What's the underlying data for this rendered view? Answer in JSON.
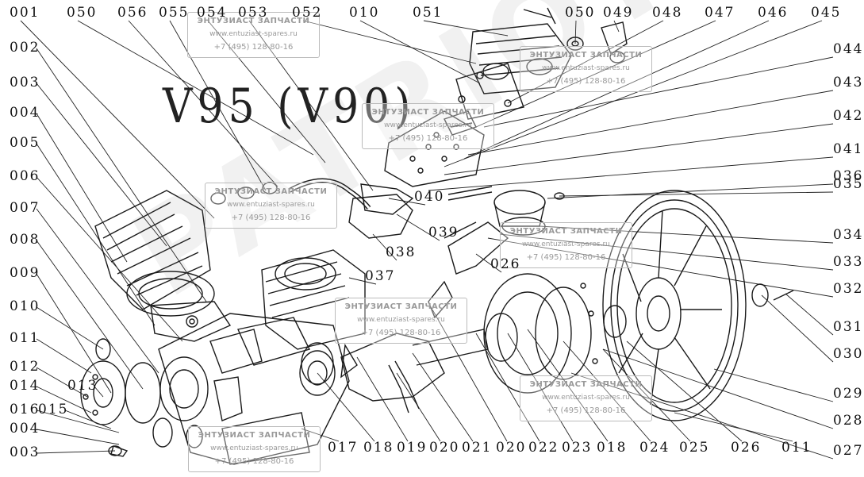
{
  "title": "V95 (V90)",
  "watermark": {
    "company": "ЭНТУЗИАСТ ЗАПЧАСТИ",
    "website": "www.entuziast-spares.ru",
    "phone": "+7 (495) 128-80-16"
  },
  "brand_watermark": "PATRIOT",
  "callouts_top": [
    "001",
    "050",
    "056",
    "055",
    "054",
    "053",
    "052",
    "010",
    "051",
    "050",
    "049",
    "048",
    "047",
    "046",
    "045"
  ],
  "callouts_left": [
    "002",
    "003",
    "004",
    "005",
    "006",
    "007",
    "008",
    "009",
    "010",
    "011",
    "012",
    "014",
    "016",
    "004",
    "003"
  ],
  "callouts_left_inner": [
    "013",
    "015"
  ],
  "callouts_right": [
    "044",
    "043",
    "042",
    "041",
    "036",
    "035",
    "034",
    "033",
    "032",
    "031",
    "030",
    "029",
    "028",
    "027"
  ],
  "callouts_bottom": [
    "017",
    "018",
    "019",
    "020",
    "021",
    "020",
    "022",
    "023",
    "018",
    "024",
    "025",
    "026",
    "011"
  ],
  "callouts_inner": [
    "040",
    "039",
    "038",
    "037",
    "026"
  ]
}
